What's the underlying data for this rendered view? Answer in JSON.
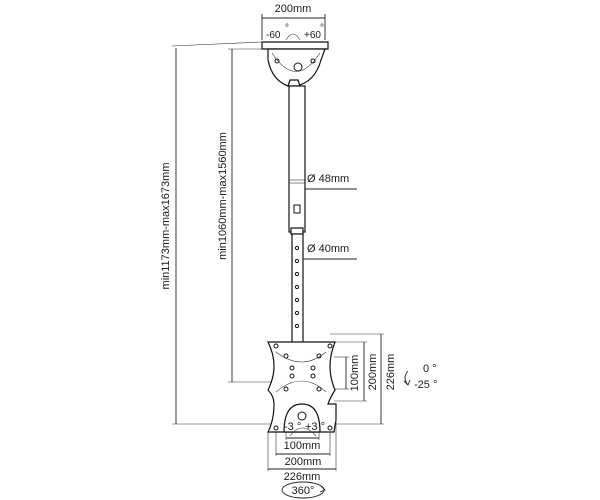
{
  "ceiling_plate": {
    "width": "200mm",
    "tilt_left": "-60",
    "tilt_right": "+60",
    "deg": "°"
  },
  "overall_height": "min1173mm-max1673mm",
  "pole_height": "min1060mm-max1560mm",
  "outer_tube_diameter": "Ø 48mm",
  "inner_tube_diameter": "Ø 40mm",
  "vesa": {
    "vertical": [
      "100mm",
      "200mm",
      "226mm"
    ],
    "horizontal": [
      "100mm",
      "200mm",
      "226mm"
    ]
  },
  "tilt": {
    "upper": "0 °",
    "lower": "-25 °"
  },
  "swivel": {
    "left": "-3 °",
    "right": "+3 °",
    "rotation": "360°"
  }
}
